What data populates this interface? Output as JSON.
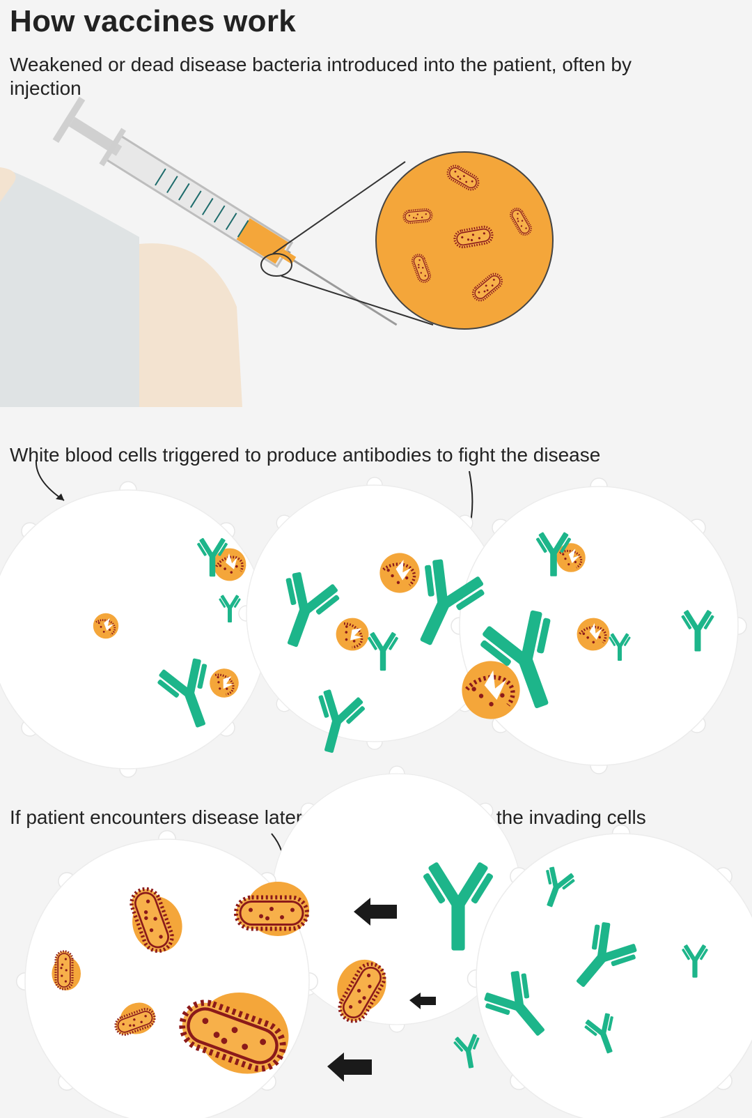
{
  "title": "How vaccines work",
  "steps": [
    {
      "caption": "Weakened or dead disease bacteria introduced into the patient, often by injection"
    },
    {
      "caption": "White blood cells triggered to produce antibodies to fight the disease"
    },
    {
      "caption": "If patient encounters disease later, antibodies neutralise the invading cells"
    }
  ],
  "colors": {
    "background": "#f4f4f4",
    "bacteria_orange": "#f4a63a",
    "bacteria_outline": "#8b1a1a",
    "antibody_green": "#1db58a",
    "skin": "#f3e3d0",
    "sleeve": "#dfe3e4",
    "arrow": "#1a1a1a"
  }
}
